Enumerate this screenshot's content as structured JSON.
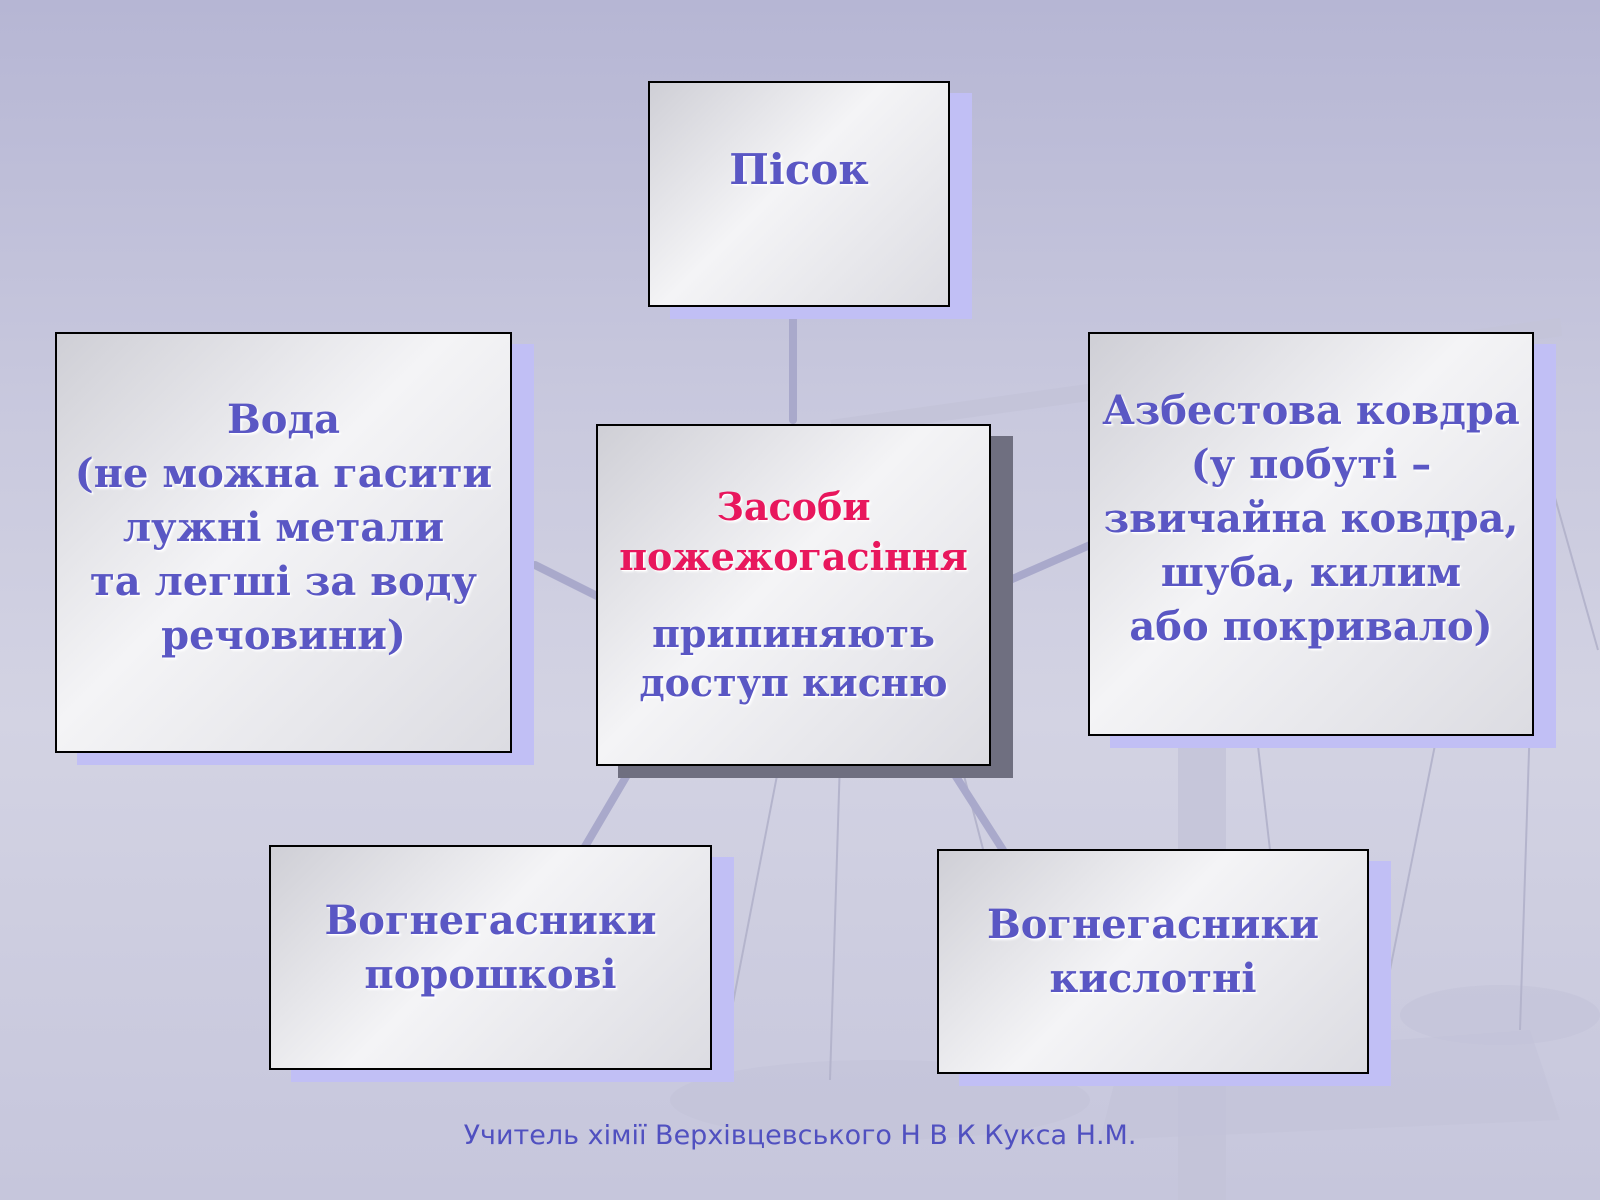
{
  "diagram": {
    "center": {
      "title_lines": [
        "Засоби",
        "пожежогасіння"
      ],
      "body_lines": [
        "припиняють",
        "доступ кисню"
      ]
    },
    "nodes": {
      "sand": {
        "lines": [
          "Пісок"
        ]
      },
      "water": {
        "lines": [
          "Вода",
          "(не можна гасити",
          "лужні метали",
          "та легші за воду",
          "речовини)"
        ]
      },
      "blanket": {
        "lines": [
          "Азбестова ковдра",
          "(у побуті –",
          "звичайна ковдра,",
          "шуба, килим",
          "або покривало)"
        ]
      },
      "powder": {
        "lines": [
          "Вогнегасники",
          "порошкові"
        ]
      },
      "acid": {
        "lines": [
          "Вогнегасники",
          "кислотні"
        ]
      }
    }
  },
  "footer": {
    "text": "Учитель хімії Верхівцевського  Н В К Кукса Н.М."
  }
}
